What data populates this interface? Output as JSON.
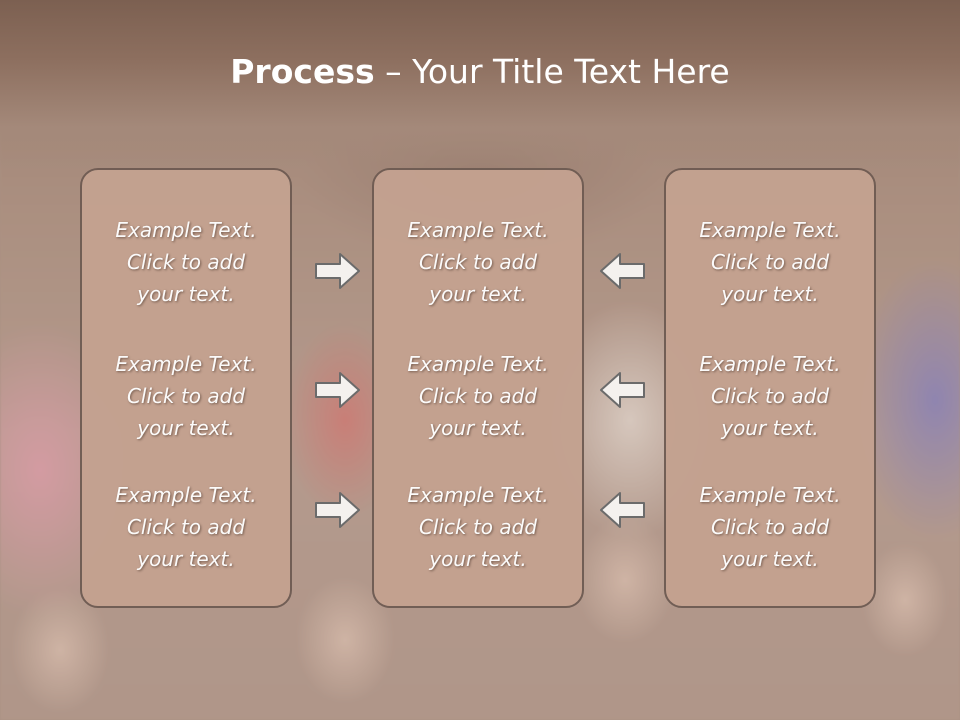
{
  "slide": {
    "title_bold": "Process",
    "title_rest": " – Your Title Text Here"
  },
  "columns": [
    {
      "blocks": [
        {
          "line1": "Example Text.",
          "line2": "Click  to add",
          "line3": "your text."
        },
        {
          "line1": "Example Text.",
          "line2": "Click  to add",
          "line3": "your text."
        },
        {
          "line1": "Example Text.",
          "line2": "Click  to add",
          "line3": "your text."
        }
      ]
    },
    {
      "blocks": [
        {
          "line1": "Example Text.",
          "line2": "Click  to add",
          "line3": "your text."
        },
        {
          "line1": "Example Text.",
          "line2": "Click  to add",
          "line3": "your text."
        },
        {
          "line1": "Example Text.",
          "line2": "Click  to add",
          "line3": "your text."
        }
      ]
    },
    {
      "blocks": [
        {
          "line1": "Example Text.",
          "line2": "Click  to add",
          "line3": "your text."
        },
        {
          "line1": "Example Text.",
          "line2": "Click  to add",
          "line3": "your text."
        },
        {
          "line1": "Example Text.",
          "line2": "Click  to add",
          "line3": "your text."
        }
      ]
    }
  ],
  "arrows": {
    "left_group": "arrow-right-icon",
    "right_group": "arrow-left-icon"
  },
  "colors": {
    "panel_fill": "#c4a290",
    "panel_border": "#6f5c53",
    "title_band": "#7c6051",
    "text": "#ffffff"
  }
}
